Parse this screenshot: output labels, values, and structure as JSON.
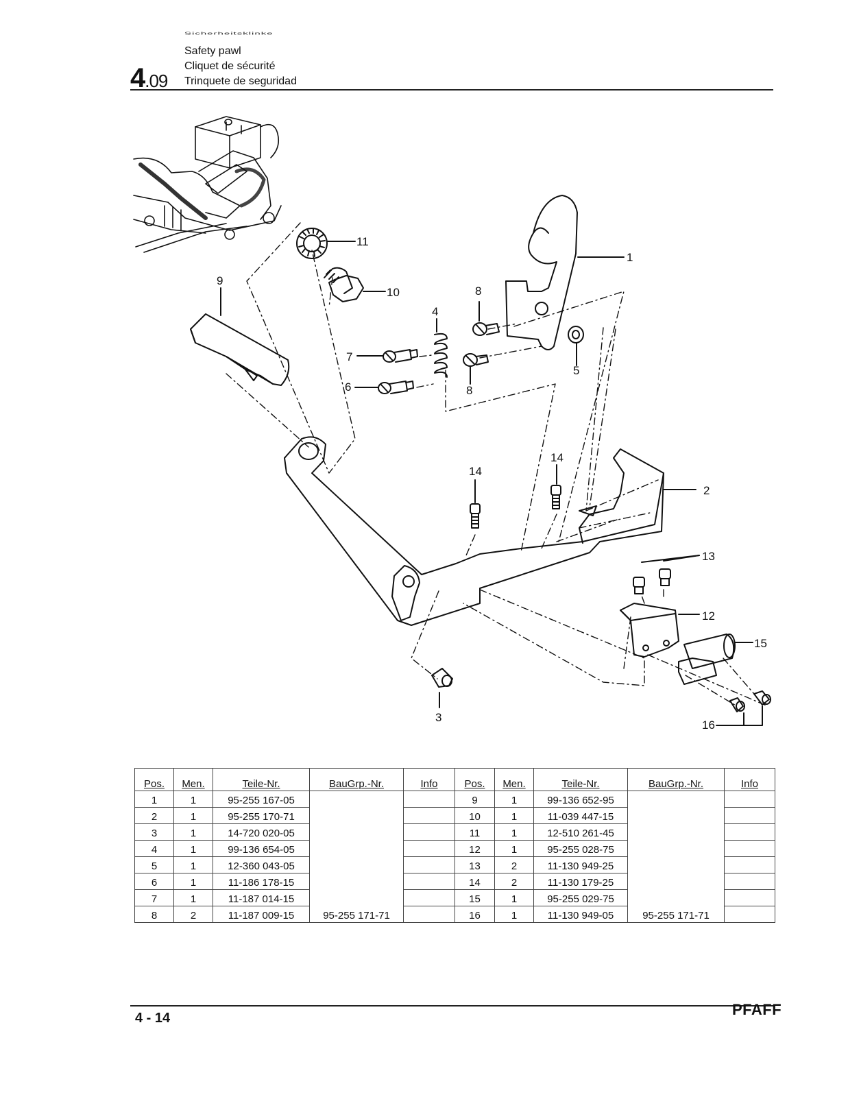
{
  "header": {
    "title_de": "Sicherheitsklinke",
    "title_en": "Safety pawl",
    "title_fr": "Cliquet de sécurité",
    "title_es": "Trinquete de seguridad",
    "section_major": "4",
    "section_minor": ".09"
  },
  "callouts": [
    "1",
    "2",
    "3",
    "4",
    "5",
    "6",
    "7",
    "8",
    "8",
    "9",
    "10",
    "11",
    "12",
    "13",
    "14",
    "14",
    "15",
    "16"
  ],
  "table": {
    "headers": [
      "Pos.",
      "Men.",
      "Teile-Nr.",
      "BauGrp.-Nr.",
      "Info"
    ],
    "left": {
      "baugrp": "95-255 171-71",
      "rows": [
        {
          "pos": "1",
          "men": "1",
          "teile": "95-255 167-05",
          "info": ""
        },
        {
          "pos": "2",
          "men": "1",
          "teile": "95-255 170-71",
          "info": ""
        },
        {
          "pos": "3",
          "men": "1",
          "teile": "14-720 020-05",
          "info": ""
        },
        {
          "pos": "4",
          "men": "1",
          "teile": "99-136 654-05",
          "info": ""
        },
        {
          "pos": "5",
          "men": "1",
          "teile": "12-360 043-05",
          "info": ""
        },
        {
          "pos": "6",
          "men": "1",
          "teile": "11-186 178-15",
          "info": ""
        },
        {
          "pos": "7",
          "men": "1",
          "teile": "11-187 014-15",
          "info": ""
        },
        {
          "pos": "8",
          "men": "2",
          "teile": "11-187 009-15",
          "info": ""
        }
      ]
    },
    "right": {
      "baugrp": "95-255 171-71",
      "rows": [
        {
          "pos": "9",
          "men": "1",
          "teile": "99-136 652-95",
          "info": ""
        },
        {
          "pos": "10",
          "men": "1",
          "teile": "11-039 447-15",
          "info": ""
        },
        {
          "pos": "11",
          "men": "1",
          "teile": "12-510 261-45",
          "info": ""
        },
        {
          "pos": "12",
          "men": "1",
          "teile": "95-255 028-75",
          "info": ""
        },
        {
          "pos": "13",
          "men": "2",
          "teile": "11-130 949-25",
          "info": ""
        },
        {
          "pos": "14",
          "men": "2",
          "teile": "11-130 179-25",
          "info": ""
        },
        {
          "pos": "15",
          "men": "1",
          "teile": "95-255 029-75",
          "info": ""
        },
        {
          "pos": "16",
          "men": "1",
          "teile": "11-130 949-05",
          "info": ""
        }
      ]
    }
  },
  "footer": {
    "page": "4 - 14",
    "brand": "PFAFF"
  }
}
